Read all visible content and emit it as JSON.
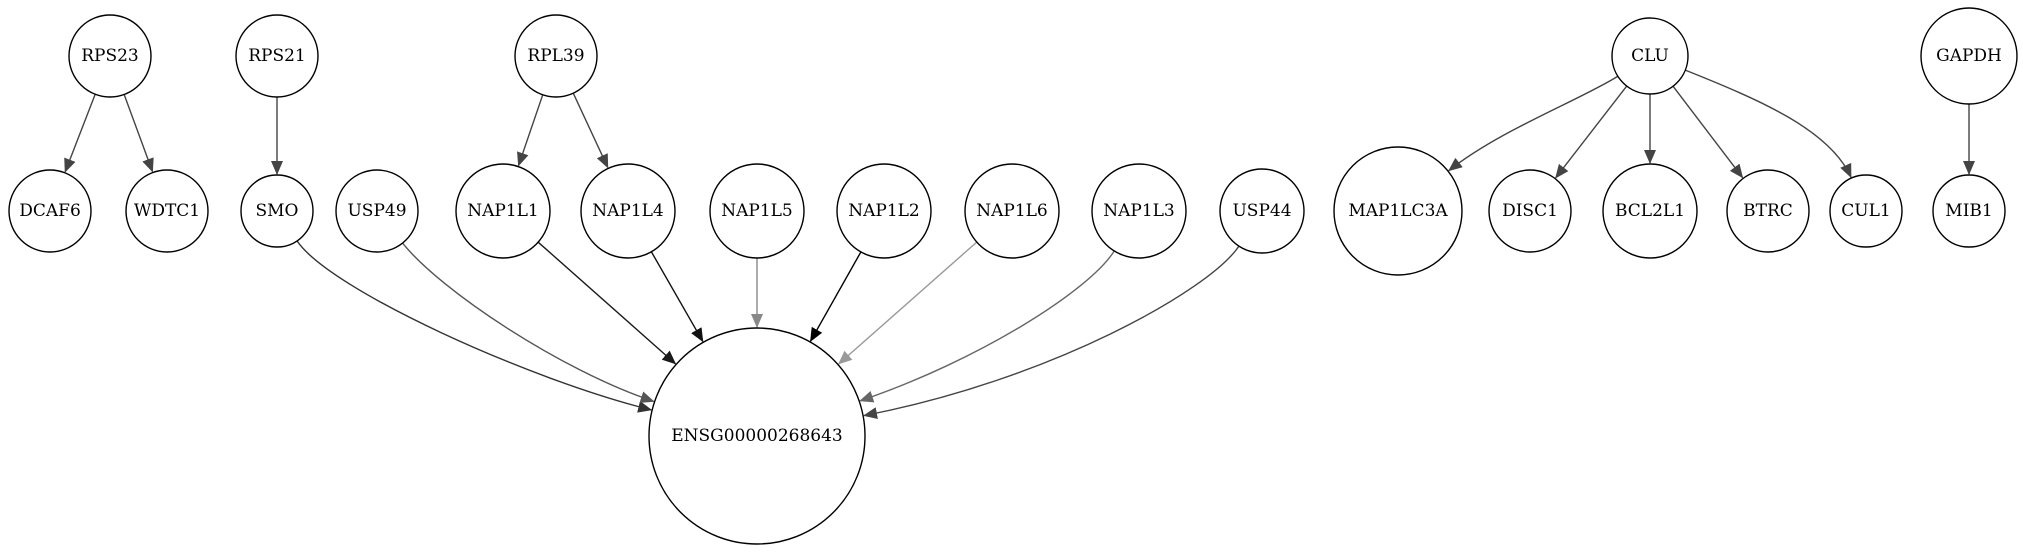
{
  "nodes": [
    {
      "id": "RPS23",
      "label": "RPS23"
    },
    {
      "id": "DCAF6",
      "label": "DCAF6"
    },
    {
      "id": "WDTC1",
      "label": "WDTC1"
    },
    {
      "id": "RPS21",
      "label": "RPS21"
    },
    {
      "id": "SMO",
      "label": "SMO"
    },
    {
      "id": "USP49",
      "label": "USP49"
    },
    {
      "id": "RPL39",
      "label": "RPL39"
    },
    {
      "id": "NAP1L1",
      "label": "NAP1L1"
    },
    {
      "id": "NAP1L4",
      "label": "NAP1L4"
    },
    {
      "id": "NAP1L5",
      "label": "NAP1L5"
    },
    {
      "id": "NAP1L2",
      "label": "NAP1L2"
    },
    {
      "id": "NAP1L6",
      "label": "NAP1L6"
    },
    {
      "id": "NAP1L3",
      "label": "NAP1L3"
    },
    {
      "id": "USP44",
      "label": "USP44"
    },
    {
      "id": "ENSG00000268643",
      "label": "ENSG00000268643"
    },
    {
      "id": "CLU",
      "label": "CLU"
    },
    {
      "id": "MAP1LC3A",
      "label": "MAP1LC3A"
    },
    {
      "id": "DISC1",
      "label": "DISC1"
    },
    {
      "id": "BCL2L1",
      "label": "BCL2L1"
    },
    {
      "id": "BTRC",
      "label": "BTRC"
    },
    {
      "id": "CUL1",
      "label": "CUL1"
    },
    {
      "id": "GAPDH",
      "label": "GAPDH"
    },
    {
      "id": "MIB1",
      "label": "MIB1"
    }
  ],
  "edges": [
    {
      "source": "RPS23",
      "target": "DCAF6",
      "color": "#444444"
    },
    {
      "source": "RPS23",
      "target": "WDTC1",
      "color": "#444444"
    },
    {
      "source": "RPS21",
      "target": "SMO",
      "color": "#444444"
    },
    {
      "source": "RPL39",
      "target": "NAP1L1",
      "color": "#444444"
    },
    {
      "source": "RPL39",
      "target": "NAP1L4",
      "color": "#444444"
    },
    {
      "source": "SMO",
      "target": "ENSG00000268643",
      "color": "#333333"
    },
    {
      "source": "USP49",
      "target": "ENSG00000268643",
      "color": "#555555"
    },
    {
      "source": "NAP1L1",
      "target": "ENSG00000268643",
      "color": "#1a1a1a"
    },
    {
      "source": "NAP1L4",
      "target": "ENSG00000268643",
      "color": "#111111"
    },
    {
      "source": "NAP1L5",
      "target": "ENSG00000268643",
      "color": "#888888"
    },
    {
      "source": "NAP1L2",
      "target": "ENSG00000268643",
      "color": "#000000"
    },
    {
      "source": "NAP1L6",
      "target": "ENSG00000268643",
      "color": "#999999"
    },
    {
      "source": "NAP1L3",
      "target": "ENSG00000268643",
      "color": "#666666"
    },
    {
      "source": "USP44",
      "target": "ENSG00000268643",
      "color": "#444444"
    },
    {
      "source": "CLU",
      "target": "MAP1LC3A",
      "color": "#444444"
    },
    {
      "source": "CLU",
      "target": "DISC1",
      "color": "#444444"
    },
    {
      "source": "CLU",
      "target": "BCL2L1",
      "color": "#444444"
    },
    {
      "source": "CLU",
      "target": "BTRC",
      "color": "#444444"
    },
    {
      "source": "CLU",
      "target": "CUL1",
      "color": "#444444"
    },
    {
      "source": "GAPDH",
      "target": "MIB1",
      "color": "#444444"
    }
  ]
}
